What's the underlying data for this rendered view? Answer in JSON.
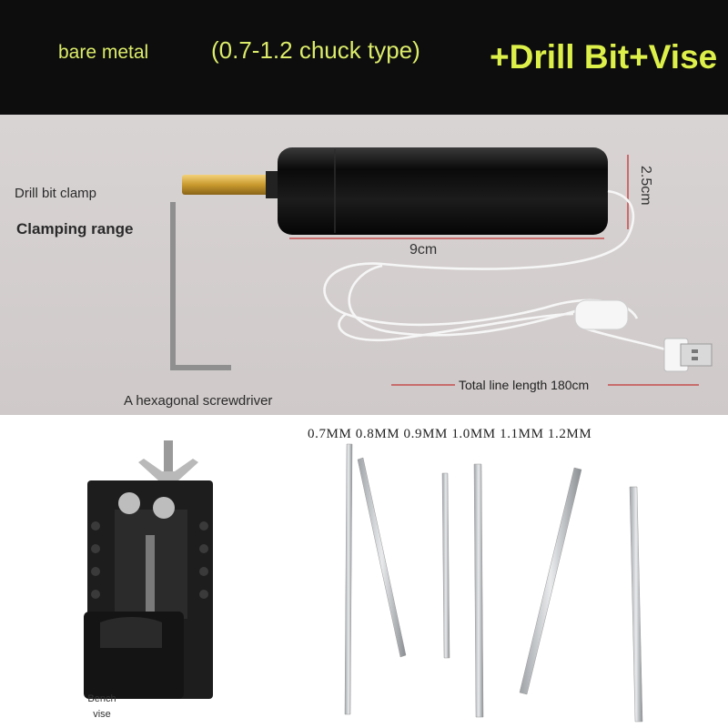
{
  "header": {
    "left_text": "bare metal",
    "middle_text": "(0.7-1.2 chuck type)",
    "right_text": "+Drill Bit+Vise"
  },
  "labels": {
    "drill_bit_clamp": "Drill bit clamp",
    "clamping_range": "Clamping range",
    "hex_screwdriver": "A hexagonal screwdriver",
    "length": "9cm",
    "diameter": "2.5cm",
    "line_length": "Total line length 180cm",
    "bench_vise": "Bench vise",
    "bit_sizes": "0.7MM 0.8MM 0.9MM 1.0MM 1.1MM 1.2MM"
  },
  "colors": {
    "header_bg": "#0d0d0d",
    "header_text": "#dcec6a",
    "panel_bg": "#d6d1d1",
    "drill_body": "#111111",
    "chuck": "#c9a23a"
  }
}
